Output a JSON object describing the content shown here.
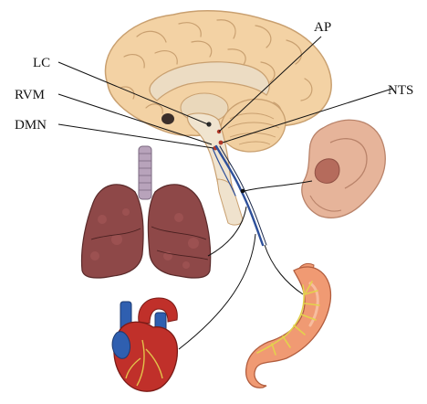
{
  "diagram": {
    "labels": {
      "lc": "LC",
      "rvm": "RVM",
      "dmn": "DMN",
      "ap": "AP",
      "nts": "NTS"
    },
    "colors": {
      "brain": "#f3d2a4",
      "brain_outline": "#c9a070",
      "cerebellum": "#f1cfa0",
      "brainstem": "#f0e4cf",
      "nerve_blue": "#2d4f9a",
      "lungs": "#8e4848",
      "trachea": "#b8a3bb",
      "ear": "#e6b49a",
      "stomach": "#f09a73",
      "heart_red": "#c0302a",
      "heart_blue": "#2f5fb0",
      "vagal_fibers": "#e3d24c",
      "leader_lines": "#111111"
    }
  }
}
